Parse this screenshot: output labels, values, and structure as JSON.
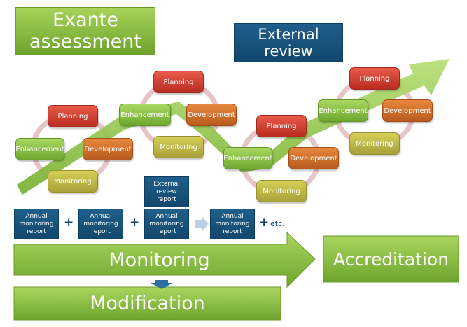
{
  "titles": {
    "exante": "Exante\nassessment",
    "external_review": "External\nreview"
  },
  "cycles": [
    {
      "planning": "Planning",
      "enhancement": "Enhancement",
      "development": "Development",
      "monitoring": "Monitoring"
    },
    {
      "planning": "Planning",
      "enhancement": "Enhancement",
      "development": "Development",
      "monitoring": "Monitoring"
    },
    {
      "planning": "Planning",
      "enhancement": "Enhancement",
      "development": "Development",
      "monitoring": "Monitoring"
    },
    {
      "planning": "Planning",
      "enhancement": "Enhancement",
      "development": "Development",
      "monitoring": "Monitoring"
    }
  ],
  "reports": {
    "annual": "Annual\nmonitoring\nreport",
    "external": "External\nreview\nreport",
    "plus": "+",
    "etc": "etc."
  },
  "bands": {
    "monitoring": "Monitoring",
    "accreditation": "Accreditation",
    "modification": "Modification"
  },
  "colors": {
    "green": "#8cc63f",
    "navy": "#12486c",
    "red": "#c9372c",
    "orange": "#d06e2a",
    "yellow": "#bdb545"
  }
}
